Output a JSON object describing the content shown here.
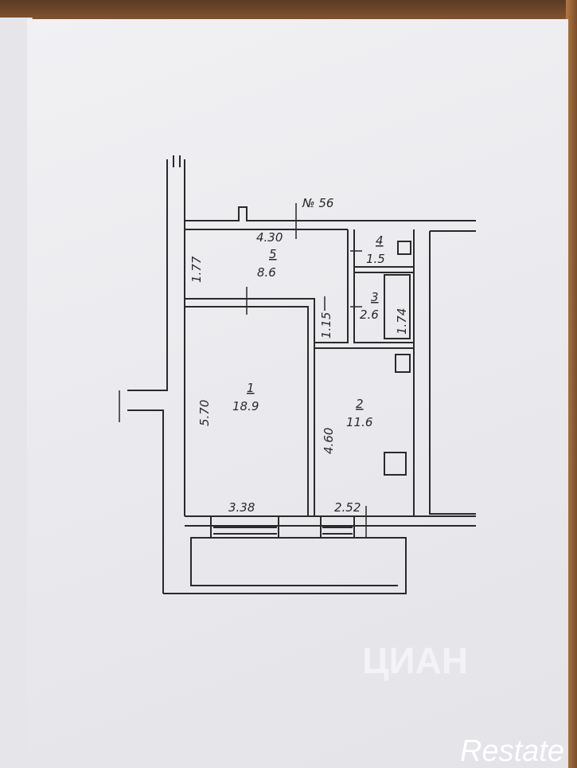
{
  "plan": {
    "apartment_number": "№ 56",
    "rooms": [
      {
        "number": "1",
        "area": "18.9"
      },
      {
        "number": "2",
        "area": "11.6"
      },
      {
        "number": "3",
        "area": "2.6"
      },
      {
        "number": "4",
        "area": "1.5"
      },
      {
        "number": "5",
        "area": "8.6"
      }
    ],
    "dimensions": {
      "hall_length": "4.30",
      "hall_width": "1.77",
      "room1_length": "5.70",
      "room1_width": "3.38",
      "room2_length": "4.60",
      "room2_width": "2.52",
      "corridor_width": "1.15",
      "bath_length": "1.74"
    }
  },
  "watermark": {
    "brand": "ЦИАН"
  },
  "logo": {
    "text": "Restate"
  },
  "colors": {
    "ink": "#2a2a2a",
    "paper": "#ececf0",
    "wood": "#6b4a2e"
  }
}
